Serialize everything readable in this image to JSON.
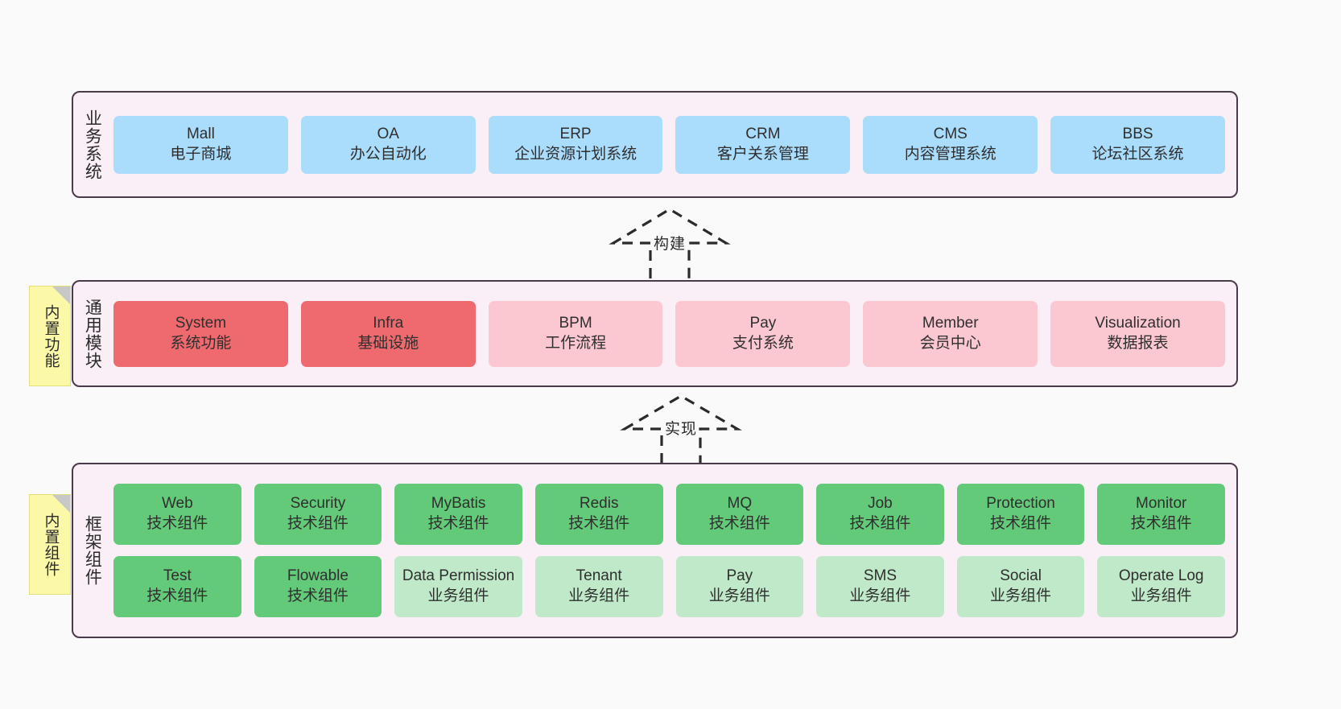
{
  "diagram": {
    "background_color": "#fafafa",
    "layer_fill": "#faeef7",
    "layer_border": "#4a3a4a",
    "sticky_color": "#fbf8a8"
  },
  "layers": [
    {
      "id": "business",
      "label": "业务系统",
      "accent": "#aadcfb",
      "rows": [
        [
          {
            "title": "Mall",
            "sub": "电子商城",
            "style": "blue"
          },
          {
            "title": "OA",
            "sub": "办公自动化",
            "style": "blue"
          },
          {
            "title": "ERP",
            "sub": "企业资源计划系统",
            "style": "blue"
          },
          {
            "title": "CRM",
            "sub": "客户关系管理",
            "style": "blue"
          },
          {
            "title": "CMS",
            "sub": "内容管理系统",
            "style": "blue"
          },
          {
            "title": "BBS",
            "sub": "论坛社区系统",
            "style": "blue"
          }
        ]
      ]
    },
    {
      "id": "modules",
      "label": "通用模块",
      "accent": "#ef6a6e",
      "rows": [
        [
          {
            "title": "System",
            "sub": "系统功能",
            "style": "mod-strong"
          },
          {
            "title": "Infra",
            "sub": "基础设施",
            "style": "mod-strong"
          },
          {
            "title": "BPM",
            "sub": "工作流程",
            "style": "mod-soft"
          },
          {
            "title": "Pay",
            "sub": "支付系统",
            "style": "mod-soft"
          },
          {
            "title": "Member",
            "sub": "会员中心",
            "style": "mod-soft"
          },
          {
            "title": "Visualization",
            "sub": "数据报表",
            "style": "mod-soft"
          }
        ]
      ]
    },
    {
      "id": "framework",
      "label": "框架组件",
      "accent": "#63ca79",
      "rows": [
        [
          {
            "title": "Web",
            "sub": "技术组件",
            "style": "tech-strong"
          },
          {
            "title": "Security",
            "sub": "技术组件",
            "style": "tech-strong"
          },
          {
            "title": "MyBatis",
            "sub": "技术组件",
            "style": "tech-strong"
          },
          {
            "title": "Redis",
            "sub": "技术组件",
            "style": "tech-strong"
          },
          {
            "title": "MQ",
            "sub": "技术组件",
            "style": "tech-strong"
          },
          {
            "title": "Job",
            "sub": "技术组件",
            "style": "tech-strong"
          },
          {
            "title": "Protection",
            "sub": "技术组件",
            "style": "tech-strong"
          },
          {
            "title": "Monitor",
            "sub": "技术组件",
            "style": "tech-strong"
          }
        ],
        [
          {
            "title": "Test",
            "sub": "技术组件",
            "style": "tech-strong"
          },
          {
            "title": "Flowable",
            "sub": "技术组件",
            "style": "tech-strong"
          },
          {
            "title": "Data Permission",
            "sub": "业务组件",
            "style": "tech-soft"
          },
          {
            "title": "Tenant",
            "sub": "业务组件",
            "style": "tech-soft"
          },
          {
            "title": "Pay",
            "sub": "业务组件",
            "style": "tech-soft"
          },
          {
            "title": "SMS",
            "sub": "业务组件",
            "style": "tech-soft"
          },
          {
            "title": "Social",
            "sub": "业务组件",
            "style": "tech-soft"
          },
          {
            "title": "Operate Log",
            "sub": "业务组件",
            "style": "tech-soft"
          }
        ]
      ]
    }
  ],
  "stickies": [
    {
      "id": "modules",
      "label": "内置功能"
    },
    {
      "id": "framework",
      "label": "内置组件"
    }
  ],
  "arrows": [
    {
      "id": "build",
      "label": "构建"
    },
    {
      "id": "impl",
      "label": "实现"
    }
  ]
}
